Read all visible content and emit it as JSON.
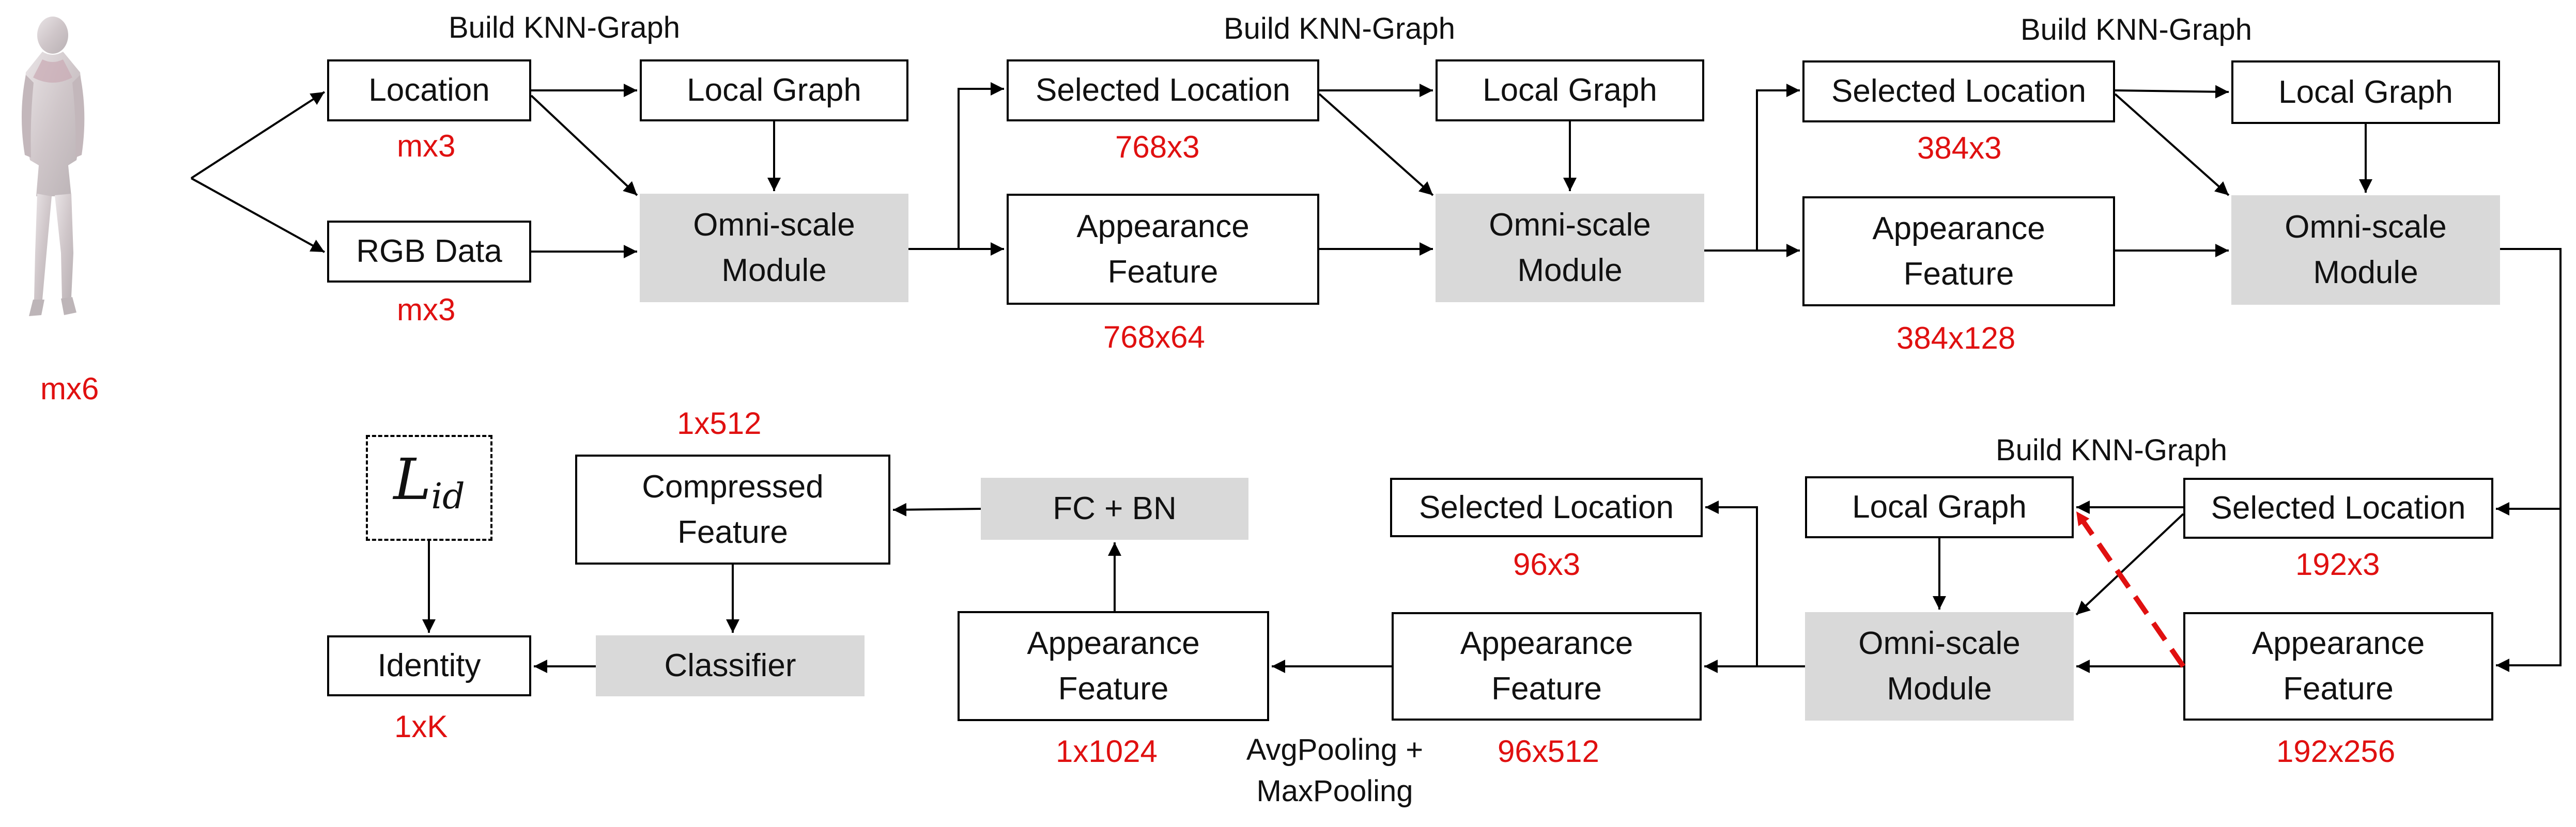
{
  "input": {
    "dims": "mx6",
    "figure": "human-point-cloud-figure"
  },
  "stage1": {
    "title": "Build KNN-Graph",
    "location": "Location",
    "location_dims": "mx3",
    "rgb": "RGB Data",
    "rgb_dims": "mx3",
    "local_graph": "Local Graph",
    "omni_line1": "Omni-scale",
    "omni_line2": "Module"
  },
  "stage2": {
    "title": "Build KNN-Graph",
    "selected": "Selected Location",
    "selected_dims": "768x3",
    "local_graph": "Local Graph",
    "appearance_line1": "Appearance",
    "appearance_line2": "Feature",
    "appearance_dims": "768x64",
    "omni_line1": "Omni-scale",
    "omni_line2": "Module"
  },
  "stage3": {
    "title": "Build KNN-Graph",
    "selected": "Selected Location",
    "selected_dims": "384x3",
    "local_graph": "Local Graph",
    "appearance_line1": "Appearance",
    "appearance_line2": "Feature",
    "appearance_dims": "384x128",
    "omni_line1": "Omni-scale",
    "omni_line2": "Module"
  },
  "stage4": {
    "title": "Build KNN-Graph",
    "selected": "Selected Location",
    "selected_dims": "192x3",
    "local_graph": "Local Graph",
    "appearance_line1": "Appearance",
    "appearance_line2": "Feature",
    "appearance_dims": "192x256",
    "omni_line1": "Omni-scale",
    "omni_line2": "Module"
  },
  "stage5": {
    "selected": "Selected Location",
    "selected_dims": "96x3",
    "appearance_line1": "Appearance",
    "appearance_line2": "Feature",
    "appearance_dims": "96x512"
  },
  "pooling": {
    "line1": "AvgPooling +",
    "line2": "MaxPooling",
    "appearance_line1": "Appearance",
    "appearance_line2": "Feature",
    "appearance_dims": "1x1024"
  },
  "head": {
    "fcbn": "FC + BN",
    "compressed_line1": "Compressed",
    "compressed_line2": "Feature",
    "compressed_dims": "1x512",
    "classifier": "Classifier",
    "identity": "Identity",
    "identity_dims": "1xK",
    "loss_symbol": "L",
    "loss_subscript": "id"
  },
  "colors": {
    "dims": "#e01010",
    "module_fill": "#d9d9d9",
    "dashed_link": "#e01010"
  }
}
